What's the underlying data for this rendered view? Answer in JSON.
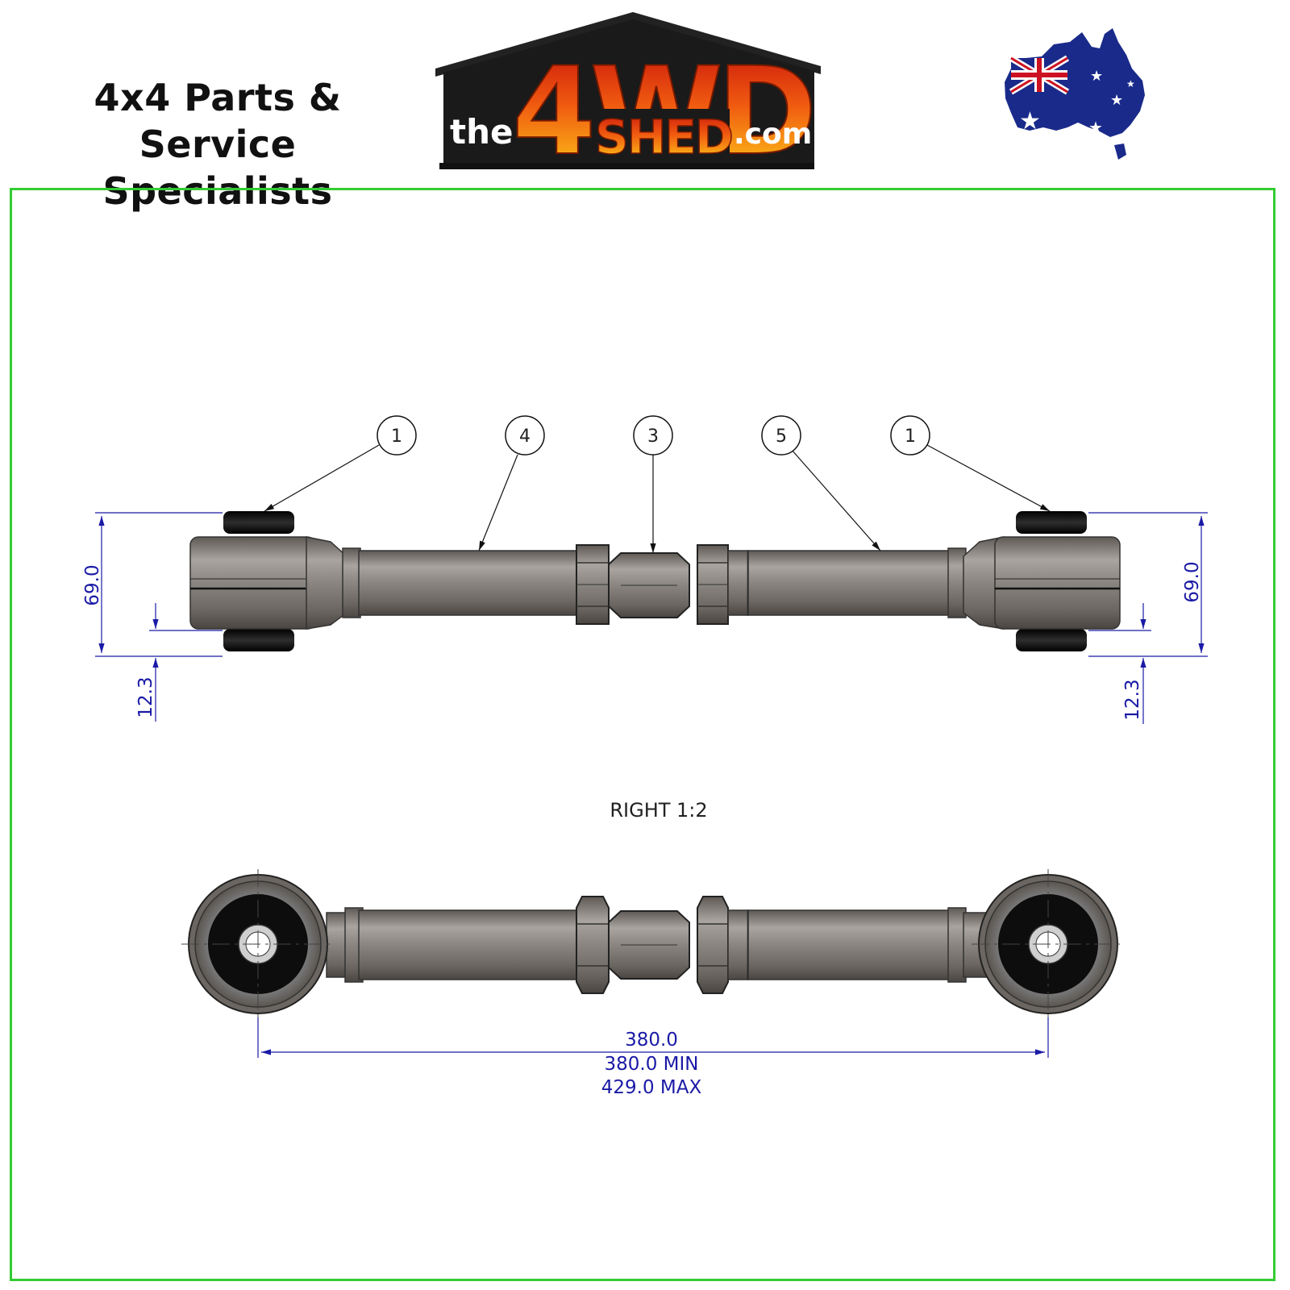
{
  "header": {
    "tagline_line1": "4x4 Parts & Service",
    "tagline_line2": "Specialists",
    "logo": {
      "text_the": "the",
      "text_4wd": "4WD",
      "text_shed": "SHED",
      "text_com": ".com"
    },
    "flag_icon": "australia-map-flag-icon"
  },
  "drawing": {
    "balloons": [
      "1",
      "4",
      "3",
      "5",
      "1"
    ],
    "dims": {
      "height_left": "69.0",
      "offset_left": "12.3",
      "height_right": "69.0",
      "offset_right": "12.3",
      "length_line1": "380.0",
      "length_line2": "380.0 MIN",
      "length_line3": "429.0 MAX"
    },
    "view_label": "RIGHT 1:2"
  },
  "colors": {
    "frame": "#33cc33",
    "dimension": "#1a1aa6",
    "metal": "#8a8580",
    "bush": "#151515"
  }
}
